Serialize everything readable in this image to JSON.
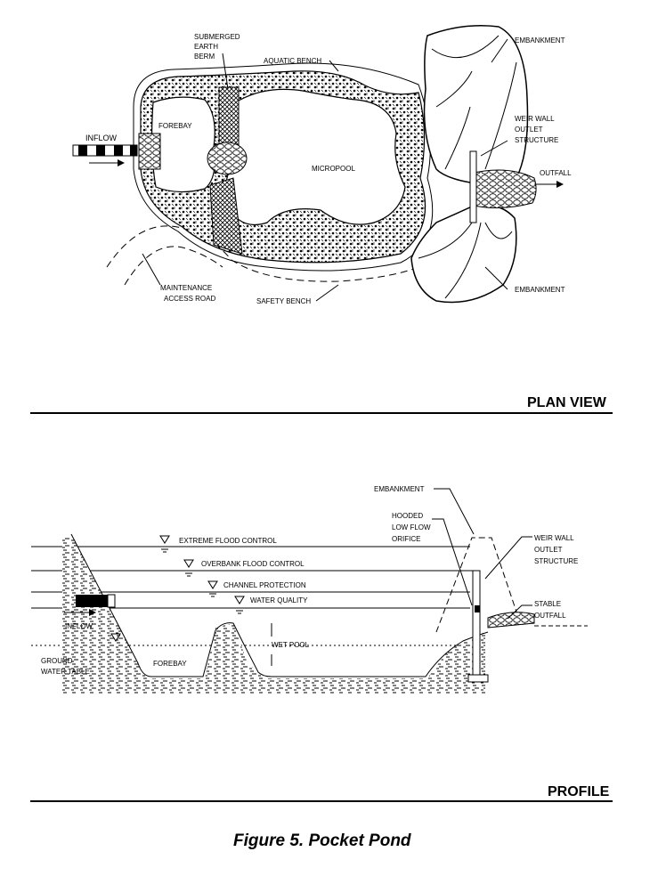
{
  "plan_view": {
    "title": "PLAN VIEW",
    "labels": {
      "submerged_berm": [
        "SUBMERGED",
        "EARTH",
        "BERM"
      ],
      "aquatic_bench": "AQUATIC BENCH",
      "embankment_top": "EMBANKMENT",
      "weir_wall": [
        "WEIR WALL",
        "OUTLET",
        "STRUCTURE"
      ],
      "forebay": "FOREBAY",
      "inflow": "INFLOW",
      "micropool": "MICROPOOL",
      "outfall": "OUTFALL",
      "embankment_bottom": "EMBANKMENT",
      "maintenance_road": [
        "MAINTENANCE",
        "ACCESS ROAD"
      ],
      "safety_bench": "SAFETY BENCH"
    }
  },
  "profile": {
    "title": "PROFILE",
    "labels": {
      "embankment": "EMBANKMENT",
      "hooded_orifice": [
        "HOODED",
        "LOW FLOW",
        "ORIFICE"
      ],
      "weir_wall": [
        "WEIR WALL",
        "OUTLET",
        "STRUCTURE"
      ],
      "stable_outfall": [
        "STABLE",
        "OUTFALL"
      ],
      "extreme_flood": "EXTREME FLOOD CONTROL",
      "overbank_flood": "OVERBANK FLOOD CONTROL",
      "channel_protection": "CHANNEL PROTECTION",
      "water_quality": "WATER QUALITY",
      "inflow": "INFLOW",
      "wet_pool": "WET POOL",
      "ground_water": [
        "GROUND",
        "WATER TABLE"
      ],
      "forebay": "FOREBAY"
    }
  },
  "caption": "Figure 5. Pocket Pond"
}
